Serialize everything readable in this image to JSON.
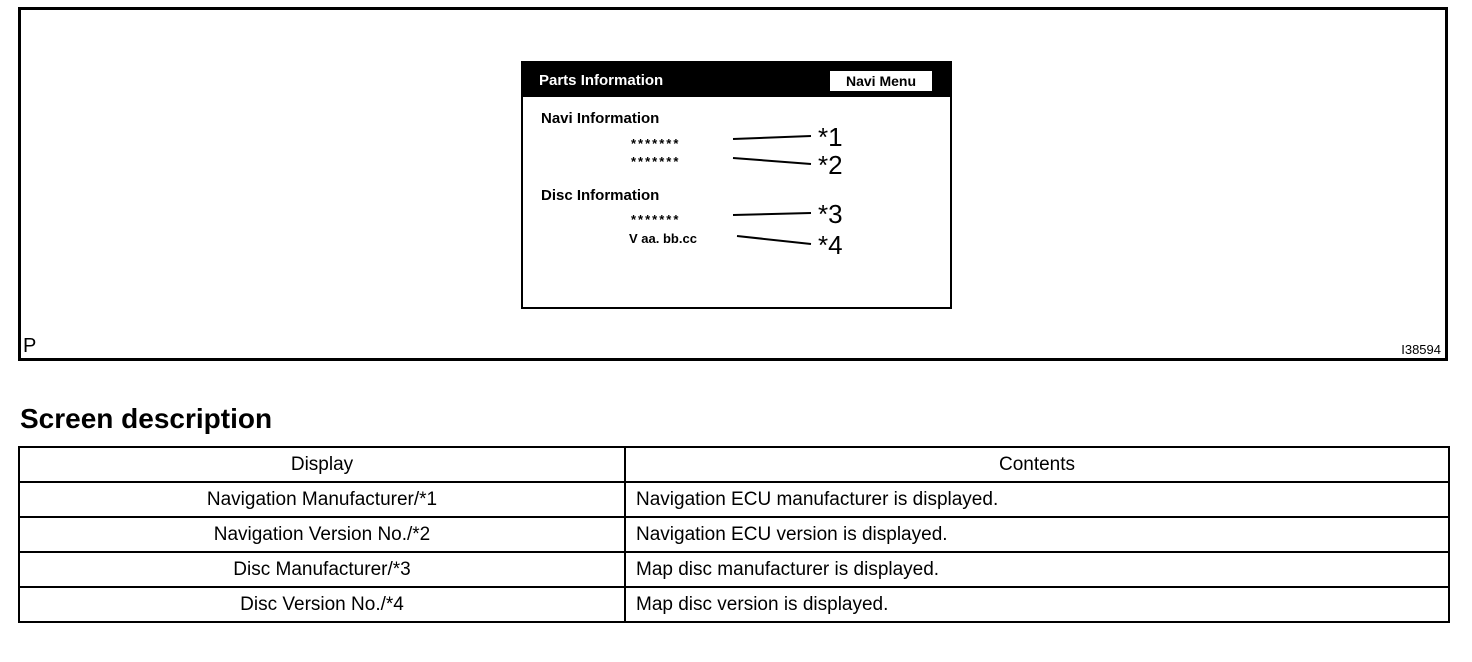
{
  "figure": {
    "corner_label": "P",
    "figure_id": "I38594",
    "screen": {
      "title": "Parts Information",
      "navi_menu_button": "Navi Menu",
      "navi_section": "Navi Information",
      "navi_manufacturer_value": "*******",
      "navi_version_value": "*******",
      "disc_section": "Disc Information",
      "disc_manufacturer_value": "*******",
      "disc_version_value": "V aa. bb.cc"
    },
    "callouts": [
      "*1",
      "*2",
      "*3",
      "*4"
    ]
  },
  "description": {
    "heading": "Screen description",
    "columns": [
      "Display",
      "Contents"
    ],
    "rows": [
      {
        "display": "Navigation Manufacturer/*1",
        "contents": "Navigation ECU manufacturer is displayed."
      },
      {
        "display": "Navigation Version No./*2",
        "contents": "Navigation ECU version is displayed."
      },
      {
        "display": "Disc Manufacturer/*3",
        "contents": "Map disc manufacturer is displayed."
      },
      {
        "display": "Disc Version No./*4",
        "contents": "Map disc version is displayed."
      }
    ]
  }
}
